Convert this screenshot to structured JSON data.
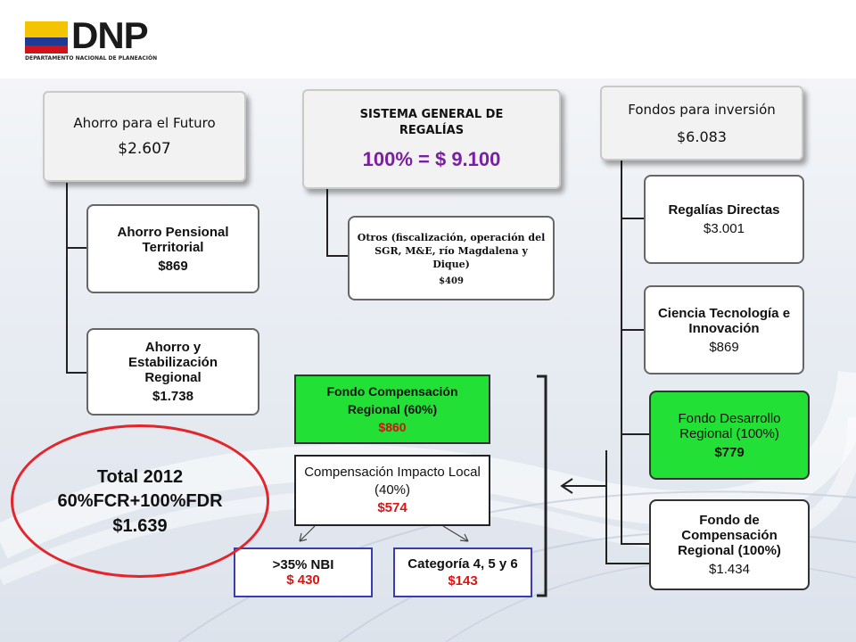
{
  "header": {
    "logo_text": "DNP",
    "logo_subtitle": "DEPARTAMENTO NACIONAL DE PLANEACIÓN"
  },
  "left": {
    "title": "Ahorro para el Futuro",
    "value": "$2.607",
    "items": [
      {
        "label": "Ahorro Pensional Territorial",
        "value": "$869"
      },
      {
        "label": "Ahorro y Estabilización Regional",
        "value": "$1.738"
      }
    ]
  },
  "center": {
    "title": "SISTEMA GENERAL DE REGALÍAS",
    "total": "100% = $ 9.100",
    "other_label": "Otros (fiscalización, operación del SGR, M&E,  río Magdalena y Dique)",
    "other_value": "$409"
  },
  "right": {
    "title": "Fondos para inversión",
    "value": "$6.083",
    "items": [
      {
        "label": "Regalías Directas",
        "value": "$3.001"
      },
      {
        "label": "Ciencia Tecnología e Innovación",
        "value": "$869"
      },
      {
        "label": "Fondo Desarrollo Regional (100%)",
        "value": "$779"
      },
      {
        "label": "Fondo de Compensación Regional (100%)",
        "value": "$1.434"
      }
    ]
  },
  "compensation": {
    "fcr_label": "Fondo Compensación Regional (60%)",
    "fcr_value": "$860",
    "impact_label": "Compensación Impacto Local (40%)",
    "impact_value": "$574",
    "nbi_label": ">35% NBI",
    "nbi_value": "$ 430",
    "category_label": "Categoría  4, 5 y 6",
    "category_value": "$143"
  },
  "total": {
    "line1": "Total 2012",
    "line2": "60%FCR+100%FDR",
    "line3": "$1.639"
  },
  "colors": {
    "accent_purple": "#7a1fa2",
    "green": "#22e036",
    "red": "#e01313",
    "blue_border": "#3b3bb3"
  }
}
